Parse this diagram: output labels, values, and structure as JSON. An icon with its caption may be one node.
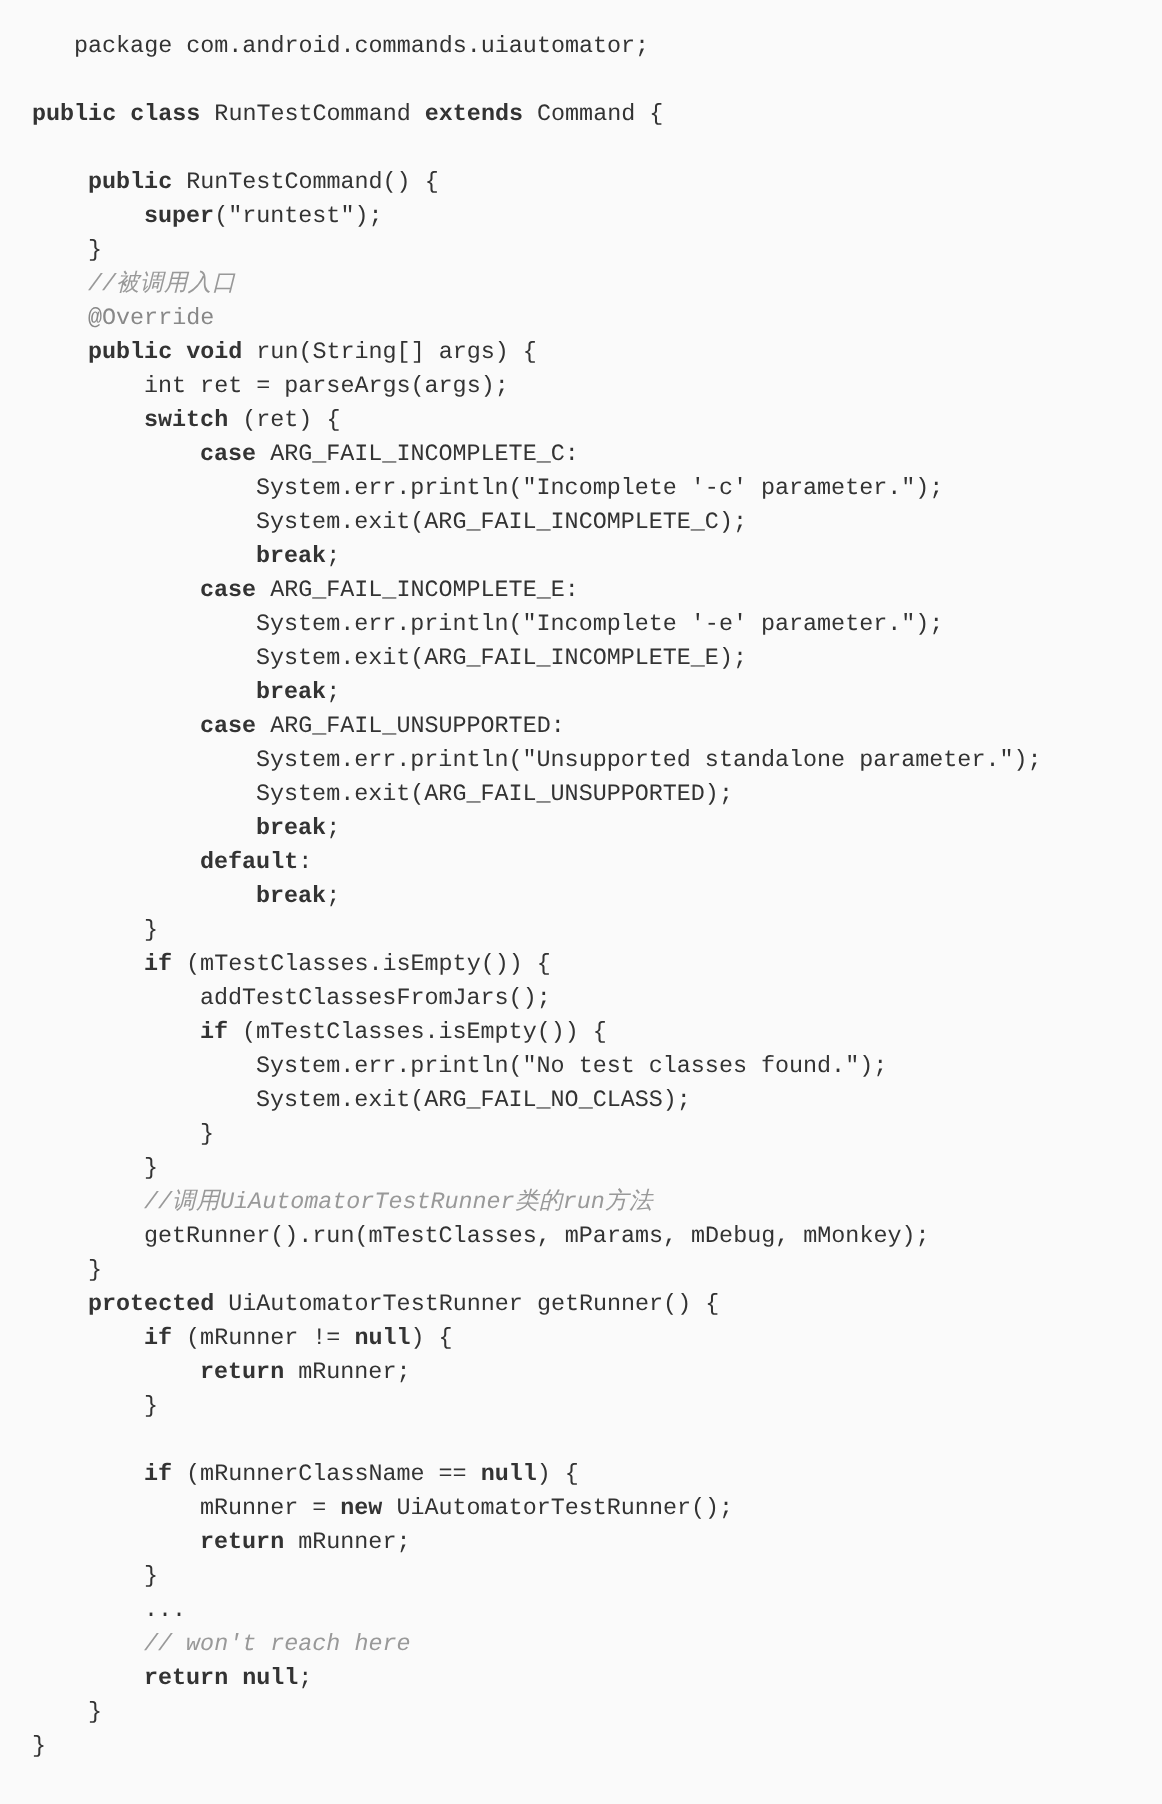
{
  "diagram": {
    "labels": [
      "package com.android.commands.uiautomator;",
      "**public class** RunTestCommand **extends** Command {",
      "**public** RunTestCommand() {",
      "**super**(\"runtest\");",
      "}",
      "//被调用入口",
      "@Override",
      "**public void** run(String[] args) {",
      "int ret = parseArgs(args);",
      "**switch** (ret) {",
      "**case** ARG_FAIL_INCOMPLETE_C:",
      "System.err.println(\"Incomplete '-c' parameter.\");",
      "System.exit(ARG_FAIL_INCOMPLETE_C);",
      "**break**;",
      "**case** ARG_FAIL_INCOMPLETE_E:",
      "System.err.println(\"Incomplete '-e' parameter.\");",
      "System.exit(ARG_FAIL_INCOMPLETE_E);",
      "**break**;",
      "**case** ARG_FAIL_UNSUPPORTED:",
      "System.err.println(\"Unsupported standalone parameter.\");",
      "System.exit(ARG_FAIL_UNSUPPORTED);",
      "**break**;",
      "**default**:",
      "**break**;",
      "}",
      "**if** (mTestClasses.isEmpty()) {",
      "addTestClassesFromJars();",
      "**if** (mTestClasses.isEmpty()) {",
      "System.err.println(\"No test classes found.\");",
      "System.exit(ARG_FAIL_NO_CLASS);",
      "}",
      "}",
      "//调用UiAutomatorTestRunner类的run方法",
      "getRunner().run(mTestClasses, mParams, mDebug, mMonkey);",
      "}",
      "**protected** UiAutomatorTestRunner getRunner() {",
      "**if** (mRunner != **null**) {",
      "**return** mRunner;",
      "}",
      "**if** (mRunnerClassName == **null**) {",
      "mRunner = **new** UiAutomatorTestRunner();",
      "**return** mRunner;",
      "}",
      "...",
      "// won't reach here",
      "**return null**;",
      "}",
      "}"
    ]
  }
}
